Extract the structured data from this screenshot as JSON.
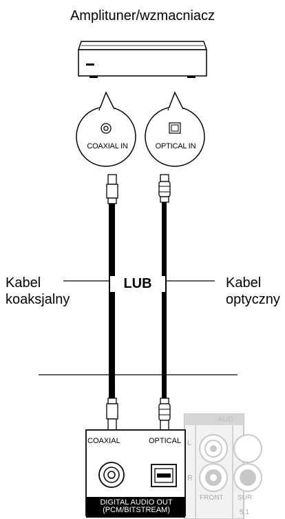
{
  "title": "Amplituner/wzmacniacz",
  "left_label": [
    "Kabel",
    "koaksjalny"
  ],
  "right_label": [
    "Kabel",
    "optyczny"
  ],
  "center_label": "LUB",
  "bubbles": {
    "coaxial_in": "COAXIAL IN",
    "optical_in": "OPTICAL IN"
  },
  "player_panel": {
    "coaxial": "COAXIAL",
    "optical": "OPTICAL",
    "digital_out_line1": "DIGITAL AUDIO OUT",
    "digital_out_line2": "(PCM/BITSTREAM)",
    "audio_cut": "AUD",
    "l": "L",
    "r": "R",
    "front": "FRONT",
    "sur": "SUR",
    "ch": "5.1"
  },
  "colors": {
    "line": "#000000",
    "panel_text_bg": "#000000",
    "faded": "#c8c8c8"
  }
}
